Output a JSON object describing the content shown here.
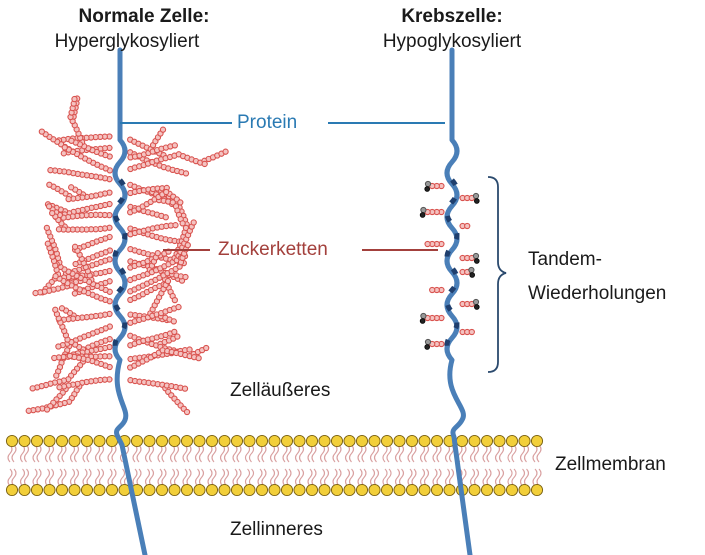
{
  "left_cell": {
    "title": "Normale Zelle:",
    "subtitle": "Hyperglykosyliert"
  },
  "right_cell": {
    "title": "Krebszelle:",
    "subtitle": "Hypoglykosyliert"
  },
  "labels": {
    "protein": "Protein",
    "sugar_chains": "Zuckerketten",
    "tandem_repeats_line1": "Tandem-",
    "tandem_repeats_line2": "Wiederholungen",
    "extracellular": "Zelläußeres",
    "membrane": "Zellmembran",
    "intracellular": "Zellinneres"
  },
  "colors": {
    "protein": "#4a7fb8",
    "protein_label": "#2a7ab3",
    "sugar": "#d9534f",
    "sugar_label": "#a3403c",
    "lipid_head": "#f2cf3a",
    "lipid_tail": "#d9a0a0",
    "short_glycan": "#555555"
  }
}
